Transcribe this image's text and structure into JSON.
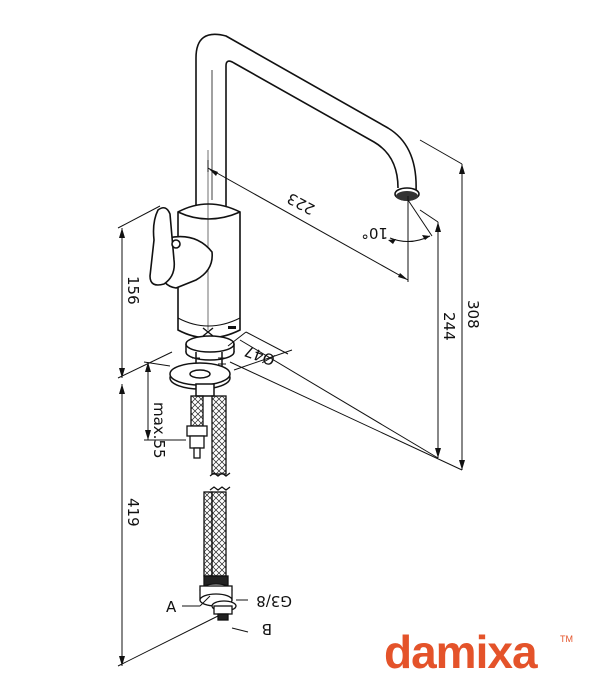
{
  "dimensions": {
    "height_total": "308",
    "height_spout": "244",
    "spout_reach": "223",
    "spout_angle": "10°",
    "body_height": "156",
    "hole_diameter": "Ø47",
    "max_deck": "max.55",
    "hose_length": "419"
  },
  "labels": {
    "a": "A",
    "b": "B",
    "thread": "G3/8"
  },
  "brand": {
    "name": "damixa",
    "tm": "TM",
    "color": "#e4532a"
  },
  "colors": {
    "line": "#111111",
    "background": "#ffffff"
  }
}
